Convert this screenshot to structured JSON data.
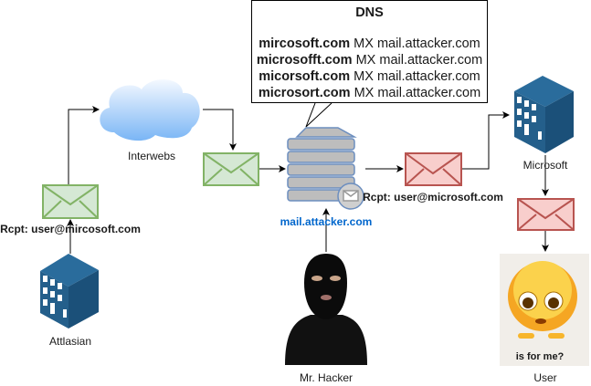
{
  "dns": {
    "title": "DNS",
    "records": [
      {
        "domain": "mircosoft.com",
        "rest": " MX mail.attacker.com"
      },
      {
        "domain": "microsofft.com",
        "rest": " MX mail.attacker.com"
      },
      {
        "domain": "micorsoft.com",
        "rest": " MX mail.attacker.com"
      },
      {
        "domain": "microsort.com",
        "rest": " MX mail.attacker.com"
      }
    ]
  },
  "nodes": {
    "interwebs": "Interwebs",
    "attlasian": "Attlasian",
    "server": "mail.attacker.com",
    "hacker": "Mr. Hacker",
    "microsoft": "Microsoft",
    "user": "User",
    "meme_caption": "is for me?"
  },
  "labels": {
    "rcpt_typo": "Rcpt: user@mircosoft.com",
    "rcpt_real": "Rcpt: user@microsoft.com"
  },
  "colors": {
    "server_label": "#0066CC",
    "green_env": "#82B366",
    "red_env": "#B85450"
  }
}
